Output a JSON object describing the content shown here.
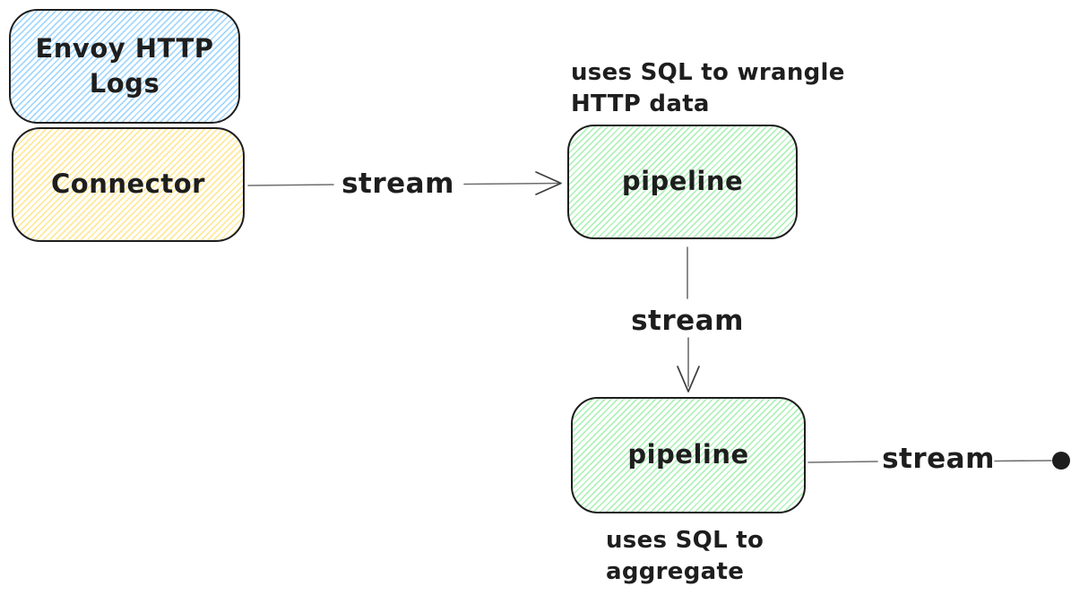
{
  "colors": {
    "canvas_bg": "#ffffff",
    "stroke": "#1e1e1e",
    "connector_line": "#6e6e6e",
    "blue_hatch": "#a5d8ff",
    "yellow_hatch": "#ffe99b",
    "green_hatch": "#b2f2bb",
    "text": "#1e1e1e"
  },
  "diagram": {
    "nodes": [
      {
        "id": "envoy-http-logs",
        "label": "Envoy HTTP Logs",
        "fill": "blue"
      },
      {
        "id": "connector",
        "label": "Connector",
        "fill": "yellow"
      },
      {
        "id": "pipeline-1",
        "label": "pipeline",
        "fill": "green"
      },
      {
        "id": "pipeline-2",
        "label": "pipeline",
        "fill": "green"
      }
    ],
    "annotations": [
      {
        "text": "uses SQL to wrangle HTTP data",
        "attached_to": "pipeline-1",
        "position": "above"
      },
      {
        "text": "uses SQL to aggregate",
        "attached_to": "pipeline-2",
        "position": "below"
      }
    ],
    "edges": [
      {
        "from": "connector",
        "to": "pipeline-1",
        "label": "stream",
        "direction": "right",
        "arrowhead": true
      },
      {
        "from": "pipeline-1",
        "to": "pipeline-2",
        "label": "stream",
        "direction": "down",
        "arrowhead": true
      },
      {
        "from": "pipeline-2",
        "to": "terminal-dot",
        "label": "stream",
        "direction": "right",
        "arrowhead": false,
        "endpoint": "filled-dot"
      }
    ]
  }
}
